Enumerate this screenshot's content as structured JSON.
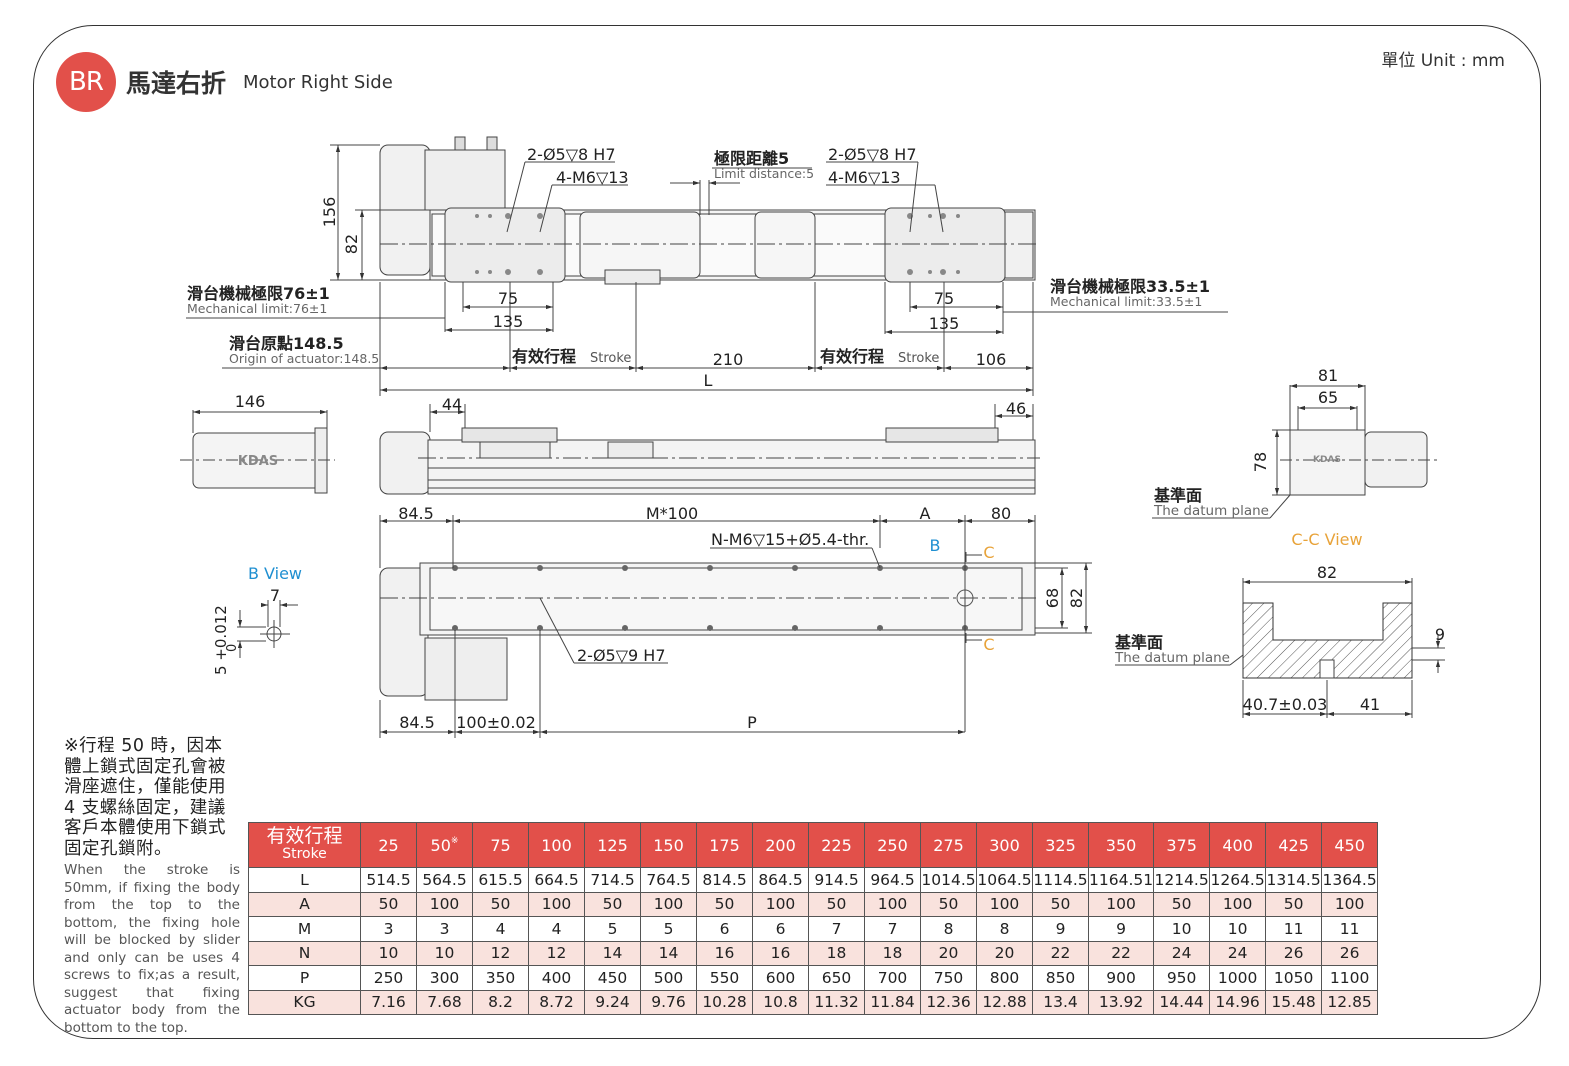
{
  "header": {
    "badge": "BR",
    "title_zh": "馬達右折",
    "title_en": "Motor Right Side",
    "unit": "單位 Unit : mm"
  },
  "colors": {
    "accent": "#e2504a",
    "row_alt": "#f9e2dd",
    "view_label": "#1f8fd1",
    "section_label": "#e8a33a"
  },
  "drawing": {
    "top_labels": {
      "hole1": "2-Ø5▽8 H7",
      "screw1": "4-M6▽13",
      "limit_zh": "極限距離5",
      "limit_en": "Limit distance:5",
      "hole2": "2-Ø5▽8 H7",
      "screw2": "4-M6▽13",
      "dim_156": "156",
      "dim_82": "82",
      "mech_left_zh": "滑台機械極限76±1",
      "mech_left_en": "Mechanical limit:76±1",
      "dim_75a": "75",
      "dim_135a": "135",
      "origin_zh": "滑台原點148.5",
      "origin_en": "Origin of actuator:148.5",
      "stroke1_zh": "有效行程",
      "stroke1_en": "Stroke",
      "dim_210": "210",
      "stroke2_zh": "有效行程",
      "stroke2_en": "Stroke",
      "dim_106": "106",
      "dim_L": "L",
      "mech_right_zh": "滑台機械極限33.5±1",
      "mech_right_en": "Mechanical limit:33.5±1",
      "dim_75b": "75",
      "dim_135b": "135"
    },
    "side_labels": {
      "dim_146": "146",
      "dim_44": "44",
      "dim_46": "46",
      "logo": "KDAS",
      "dim_81": "81",
      "dim_65": "65",
      "dim_78": "78",
      "datum1_zh": "基準面",
      "datum1_en": "The datum plane"
    },
    "bottom_labels": {
      "dim_84_5a": "84.5",
      "dim_M": "M*100",
      "dim_A": "A",
      "dim_80": "80",
      "thread": "N-M6▽15+Ø5.4-thr.",
      "b_mark": "B",
      "c_mark1": "C",
      "c_mark2": "C",
      "dim_68": "68",
      "dim_82": "82",
      "hole3": "2-Ø5▽9 H7",
      "dim_84_5b": "84.5",
      "dim_100": "100±0.02",
      "dim_P": "P",
      "bview": "B View",
      "dim_7": "7",
      "tol": "5 +0.012",
      "tol0": "0",
      "ccview": "C-C View",
      "dim_82cc": "82",
      "datum2_zh": "基準面",
      "datum2_en": "The datum plane",
      "dim_9": "9",
      "dim_40_7": "40.7±0.03",
      "dim_41": "41"
    }
  },
  "note": {
    "zh": "※行程 50 時，因本體上鎖式固定孔會被滑座遮住，僅能使用 4 支螺絲固定，建議客戶本體使用下鎖式固定孔鎖附。",
    "en": "When the stroke is 50mm, if fixing the body from the top to the bottom, the fixing hole will be blocked by slider and only can be uses 4 screws to fix;as a result, suggest that fixing actuator body from the bottom to the top."
  },
  "table": {
    "header_zh": "有效行程",
    "header_en": "Stroke",
    "strokes": [
      "25",
      "50",
      "75",
      "100",
      "125",
      "150",
      "175",
      "200",
      "225",
      "250",
      "275",
      "300",
      "325",
      "350",
      "375",
      "400",
      "425",
      "450"
    ],
    "mark": "※",
    "rows": [
      {
        "label": "L",
        "values": [
          "514.5",
          "564.5",
          "615.5",
          "664.5",
          "714.5",
          "764.5",
          "814.5",
          "864.5",
          "914.5",
          "964.5",
          "1014.5",
          "1064.5",
          "1114.5",
          "1164.51",
          "1214.5",
          "1264.5",
          "1314.5",
          "1364.5"
        ]
      },
      {
        "label": "A",
        "values": [
          "50",
          "100",
          "50",
          "100",
          "50",
          "100",
          "50",
          "100",
          "50",
          "100",
          "50",
          "100",
          "50",
          "100",
          "50",
          "100",
          "50",
          "100"
        ]
      },
      {
        "label": "M",
        "values": [
          "3",
          "3",
          "4",
          "4",
          "5",
          "5",
          "6",
          "6",
          "7",
          "7",
          "8",
          "8",
          "9",
          "9",
          "10",
          "10",
          "11",
          "11"
        ]
      },
      {
        "label": "N",
        "values": [
          "10",
          "10",
          "12",
          "12",
          "14",
          "14",
          "16",
          "16",
          "18",
          "18",
          "20",
          "20",
          "22",
          "22",
          "24",
          "24",
          "26",
          "26"
        ]
      },
      {
        "label": "P",
        "values": [
          "250",
          "300",
          "350",
          "400",
          "450",
          "500",
          "550",
          "600",
          "650",
          "700",
          "750",
          "800",
          "850",
          "900",
          "950",
          "1000",
          "1050",
          "1100"
        ]
      },
      {
        "label": "KG",
        "values": [
          "7.16",
          "7.68",
          "8.2",
          "8.72",
          "9.24",
          "9.76",
          "10.28",
          "10.8",
          "11.32",
          "11.84",
          "12.36",
          "12.88",
          "13.4",
          "13.92",
          "14.44",
          "14.96",
          "15.48",
          "12.85"
        ]
      }
    ]
  }
}
